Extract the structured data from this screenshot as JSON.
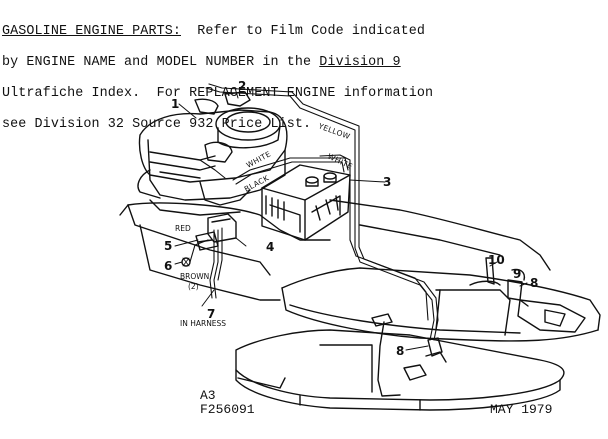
{
  "header": {
    "line1_prefix": "GASOLINE ENGINE PARTS:",
    "line1_rest": "  Refer to Film Code indicated",
    "line2_a": "by ENGINE NAME and MODEL NUMBER in the ",
    "line2_b": "Division 9",
    "line3": "Ultrafiche Index.  For REPLACEMENT ENGINE information",
    "line4": "see Division 32 Source 932 Price List."
  },
  "wire_labels": {
    "yellow": "YELLOW",
    "white_upper": "WHITE",
    "white_lower": "WHITE",
    "black": "BLACK",
    "red": "RED",
    "brown": "BROWN",
    "brown_qty": "(2)",
    "in_harness": "IN HARNESS"
  },
  "callouts": [
    "1",
    "2",
    "3",
    "4",
    "5",
    "6",
    "7",
    "8",
    "8",
    "9",
    "10"
  ],
  "footer": {
    "code_a": "A3",
    "code_b": "F256091",
    "date": "MAY 1979"
  }
}
